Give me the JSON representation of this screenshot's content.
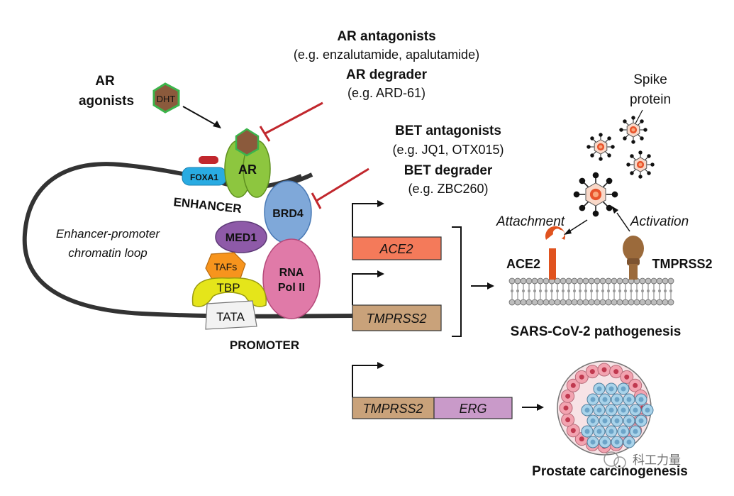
{
  "diagram": {
    "ar_agonists": {
      "line1": "AR",
      "line2": "agonists",
      "ligand": "DHT"
    },
    "ar_antagonists": {
      "title": "AR antagonists",
      "examples": "(e.g. enzalutamide, apalutamide)",
      "degrader_title": "AR degrader",
      "degrader_example": "(e.g. ARD-61)"
    },
    "bet_antagonists": {
      "title": "BET antagonists",
      "examples": "(e.g. JQ1, OTX015)",
      "degrader_title": "BET degrader",
      "degrader_example": "(e.g. ZBC260)"
    },
    "proteins": {
      "ar": "AR",
      "foxa1": "FOXA1",
      "brd4": "BRD4",
      "med1": "MED1",
      "tafs": "TAFs",
      "tbp": "TBP",
      "tata": "TATA",
      "rna_pol_line1": "RNA",
      "rna_pol_line2": "Pol II"
    },
    "regions": {
      "enhancer": "ENHANCER",
      "promoter": "PROMOTER",
      "loop_line1": "Enhancer-promoter",
      "loop_line2": "chromatin loop"
    },
    "genes": {
      "ace2": "ACE2",
      "tmprss2": "TMPRSS2",
      "fusion_left": "TMPRSS2",
      "fusion_right": "ERG"
    },
    "virus": {
      "spike_line1": "Spike",
      "spike_line2": "protein",
      "attachment": "Attachment",
      "activation": "Activation",
      "ace2_receptor": "ACE2",
      "tmprss2_protease": "TMPRSS2",
      "pathogenesis": "SARS-CoV-2 pathogenesis"
    },
    "cancer": {
      "outcome": "Prostate carcinogenesis"
    },
    "watermark": "科工力量",
    "colors": {
      "ar": "#8dc63f",
      "foxa1": "#29abe2",
      "brd4": "#7fa8d9",
      "med1": "#8e5aa8",
      "tafs": "#f7941d",
      "tbp": "#e5e51a",
      "rna_pol": "#e07aa8",
      "ace2_box": "#f47a5a",
      "tmprss2_box": "#c9a27a",
      "erg_box": "#c99ac9",
      "dht": "#8b5a3c",
      "inhibit": "#c1272d",
      "ace2_receptor": "#e0531f",
      "tmprss2_protease": "#9b6a3b"
    }
  }
}
